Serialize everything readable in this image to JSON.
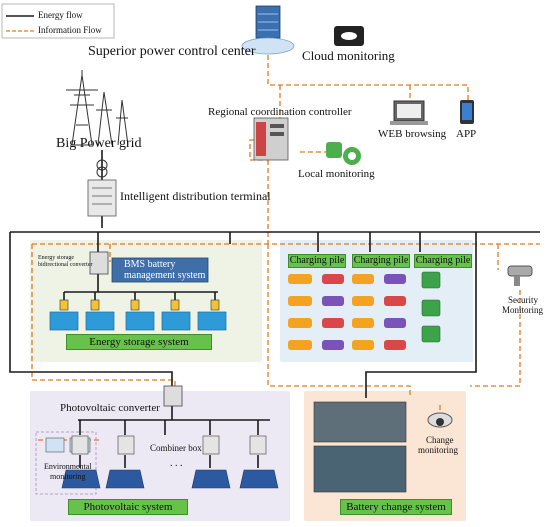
{
  "legend": {
    "energy_flow": "Energy flow",
    "information_flow": "Information Flow"
  },
  "nodes": {
    "superior_center": "Superior power control center",
    "cloud_monitoring": "Cloud monitoring",
    "regional_controller": "Regional coordination controller",
    "web_browsing": "WEB browsing",
    "app": "APP",
    "big_power_grid": "Big Power grid",
    "local_monitoring": "Local monitoring",
    "intelligent_terminal": "Intelligent distribution terminal",
    "energy_storage_converter_line1": "Energy storage",
    "energy_storage_converter_line2": "bidirectional converter",
    "bms_line1": "BMS battery",
    "bms_line2": "management system",
    "energy_storage_system": "Energy storage system",
    "charging_pile": [
      "Charging pile",
      "Charging pile",
      "Charging pile"
    ],
    "security_line1": "Security",
    "security_line2": "Monitoring",
    "photovoltaic_converter": "Photovoltaic converter",
    "environmental_line1": "Environmental",
    "environmental_line2": "monitoring",
    "combiner_box": "Combiner box",
    "dots": ". . .",
    "photovoltaic_system": "Photovoltaic system",
    "change_line1": "Change",
    "change_line2": "monitoring",
    "battery_change_system": "Battery change system"
  },
  "colors": {
    "energy_line": "#1a1a1a",
    "info_line": "#e07b1f",
    "storage_bg": "#eef3e6",
    "charging_bg": "#e3eef7",
    "pv_bg": "#ece9f4",
    "battery_bg": "#fbe6d6",
    "label_green": "#66c24a",
    "bms_blue": "#3f6ea8"
  }
}
